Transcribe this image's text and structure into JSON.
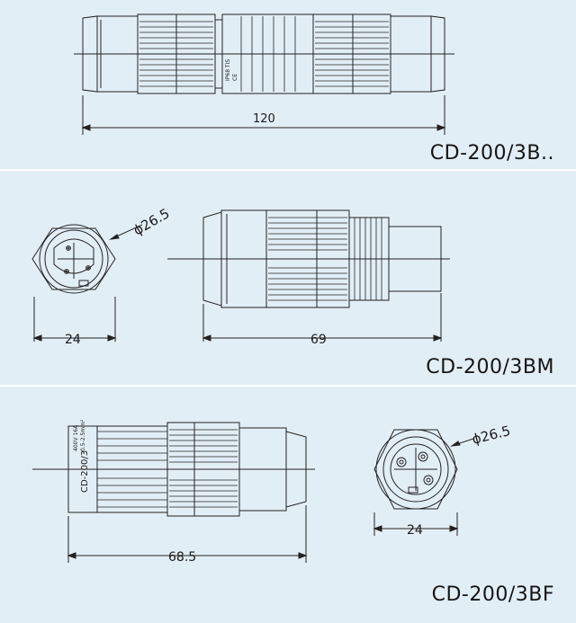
{
  "sections": [
    {
      "model": "CD-200/3B..",
      "dim_length": "120",
      "marking": [
        "IP68 TIS",
        "CE"
      ]
    },
    {
      "model": "CD-200/3BM",
      "dim_diameter": "ϕ26.5",
      "dim_width": "24",
      "dim_length": "69"
    },
    {
      "model": "CD-200/3BF",
      "dim_diameter": "ϕ26.5",
      "dim_width": "24",
      "dim_length": "68.5",
      "body_label": "CD-200/3",
      "rating": [
        "400V 16A",
        "0.5-2.5mm²"
      ]
    }
  ],
  "colors": {
    "background": "#e2eef6",
    "divider": "#ffffff",
    "line": "#222222"
  }
}
